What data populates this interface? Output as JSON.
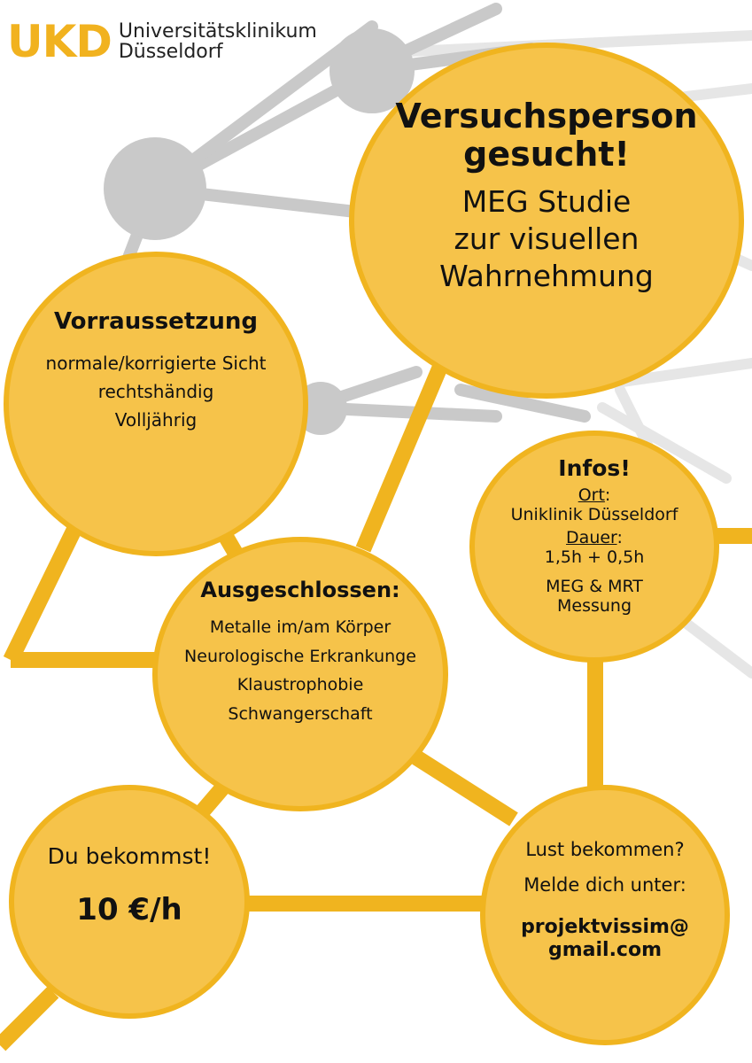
{
  "logo": {
    "mark": "UKD",
    "line1": "Universitätsklinikum",
    "line2": "Düsseldorf"
  },
  "main": {
    "headline_line1": "Versuchsperson",
    "headline_line2": "gesucht!",
    "sub_line1": "MEG Studie",
    "sub_line2": "zur visuellen",
    "sub_line3": "Wahrnehmung"
  },
  "requirements": {
    "title": "Vorraussetzung",
    "items": [
      "normale/korrigierte Sicht",
      "rechtshändig",
      "Volljährig"
    ]
  },
  "excluded": {
    "title": "Ausgeschlossen:",
    "items": [
      "Metalle im/am Körper",
      "Neurologische Erkrankunge",
      "Klaustrophobie",
      "Schwangerschaft"
    ]
  },
  "info": {
    "title": "Infos!",
    "location_label": "Ort",
    "location_suffix": ":",
    "location_value": "Uniklinik Düsseldorf",
    "duration_label": "Dauer",
    "duration_suffix": ":",
    "duration_value": "1,5h + 0,5h",
    "measure_line1": "MEG & MRT",
    "measure_line2": "Messung"
  },
  "payment": {
    "lead": "Du bekommst!",
    "amount": "10 €/h"
  },
  "contact": {
    "line1": "Lust bekommen?",
    "line2": "Melde dich unter:",
    "email_line1": "projektvissim@",
    "email_line2": "gmail.com"
  },
  "colors": {
    "circle_fill": "#f6c34a",
    "circle_border": "#f0b41f",
    "accent": "#f1b21f",
    "gray_node": "#c9c9c9",
    "light_line": "#e6e6e6"
  }
}
